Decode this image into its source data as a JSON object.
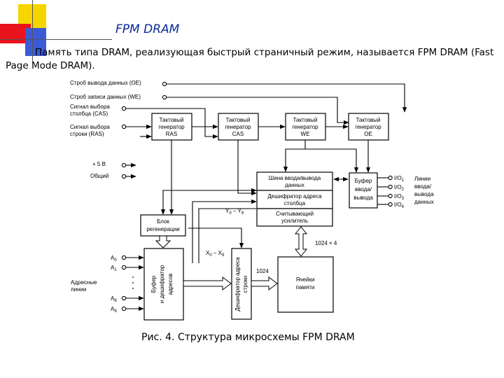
{
  "slide": {
    "title": "FPM DRAM",
    "intro": "Память типа DRAM, реализующая быстрый страничный режим, называется  FPM DRAM (Fast Page Mode DRAM).",
    "caption": "Рис. 4. Структура микросхемы FPM DRAM",
    "accent_colors": [
      "#f7d600",
      "#e8131b",
      "#3b5bd6"
    ]
  },
  "signals": {
    "oe": "Строб вывода данных (OE)",
    "we": "Строб записи данных (WE)",
    "cas_1": "Сигнал выбора",
    "cas_2": "столбца (CAS)",
    "ras_1": "Сигнал выбора",
    "ras_2": "строки (RAS)",
    "plus5": "+ 5 В",
    "ground": "Общий",
    "addr_lines_1": "Адресные",
    "addr_lines_2": "линии",
    "io_lines_1": "Линии",
    "io_lines_2": "ввода/",
    "io_lines_3": "вывода",
    "io_lines_4": "данных"
  },
  "pins": {
    "a0": "A",
    "a0_sub": "0",
    "a1": "A",
    "a1_sub": "1",
    "a8": "A",
    "a8_sub": "8",
    "a9": "A",
    "a9_sub": "9",
    "io1": "I/O",
    "io1_sub": "1",
    "io2": "I/O",
    "io2_sub": "2",
    "io3": "I/O",
    "io3_sub": "3",
    "io4": "I/O",
    "io4_sub": "4"
  },
  "blocks": {
    "gen_ras": [
      "Тактовый",
      "генератор",
      "RAS"
    ],
    "gen_cas": [
      "Тактовый",
      "генератор",
      "CAS"
    ],
    "gen_we": [
      "Тактовый",
      "генератор",
      "WE"
    ],
    "gen_oe": [
      "Тактовый",
      "генератор",
      "OE"
    ],
    "io_bus": [
      "Шина ввода/вывода",
      "данных"
    ],
    "col_dec": [
      "Дешифратор адреса",
      "столбца"
    ],
    "sense_amp": [
      "Считывающий",
      "усилитель"
    ],
    "io_buffer": [
      "Буфер",
      "ввода/",
      "вывода"
    ],
    "regen": [
      "Блок",
      "регенерации"
    ],
    "addr_buf": [
      "Буфер",
      "и дешифратор",
      "адресов"
    ],
    "row_dec": [
      "Дешифратор адреса",
      "строки"
    ],
    "cells": [
      "Ячейки",
      "памяти"
    ]
  },
  "buses": {
    "y": "Y",
    "y0": "0",
    "ydash": " – Y",
    "y9": "9",
    "x": "X",
    "x0": "0",
    "xdash": " – X",
    "x9": "9",
    "w1024": "1024",
    "w1024x4": "1024 × 4"
  }
}
